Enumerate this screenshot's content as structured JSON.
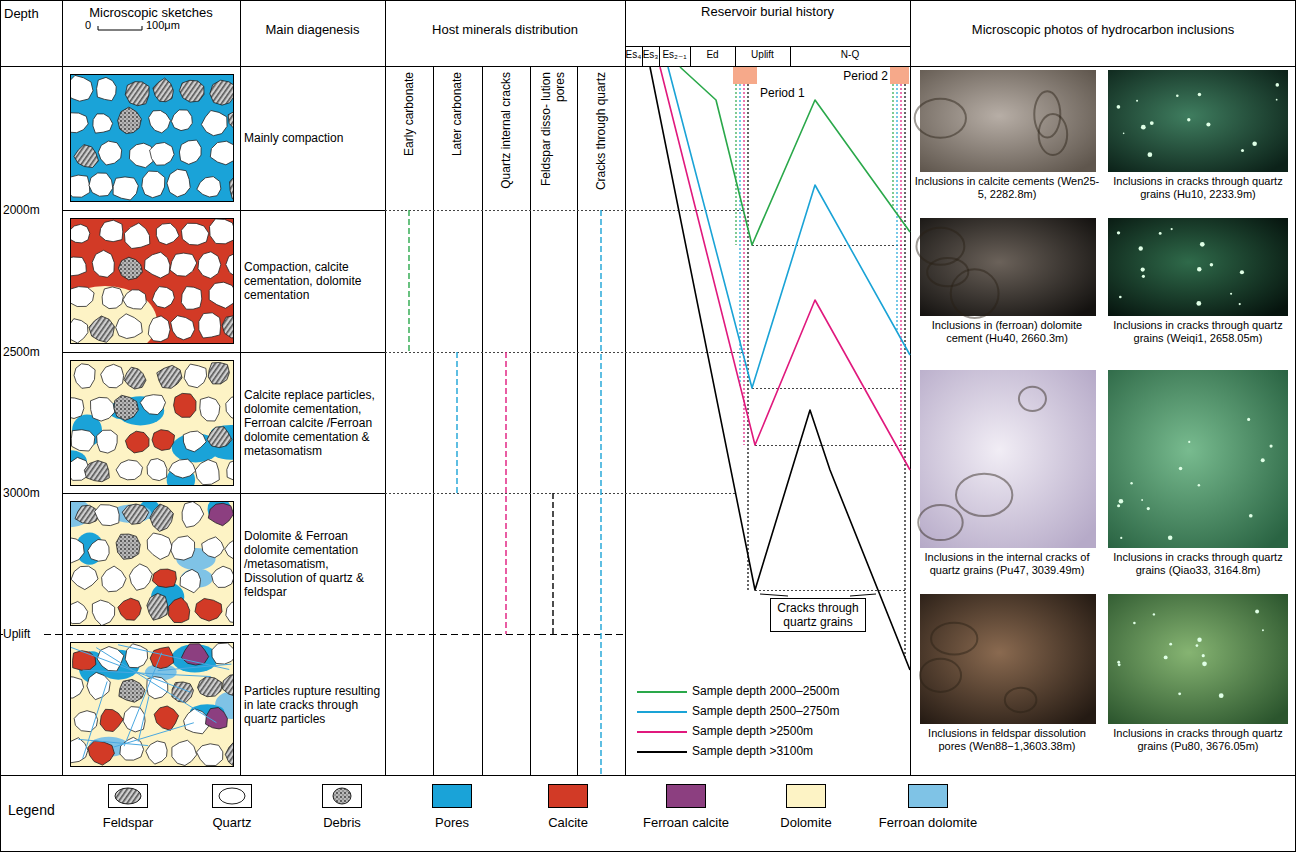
{
  "diagram": {
    "nodes": [
      {
        "text": [
          "Cracks through quartz grains"
        ]
      }
    ],
    "labels": [
      "Depth",
      "Microscopic sketches",
      "0",
      "100μm",
      "Main diagenesis",
      "Host minerals distribution",
      "Reservoir burial history",
      "Microscopic photos of hydrocarbon inclusions",
      "Es₄",
      "Es₃",
      "Es₂₋₁",
      "Ed",
      "Uplift",
      "N-Q",
      "Early carbonate",
      "Later carbonate",
      "Quartz internal cracks",
      "Feldspar disso- lution pores",
      "Cracks through quartz",
      "Period 1",
      "Period 2",
      "2000m",
      "2500m",
      "3000m",
      "Uplift",
      "Mainly compaction",
      "Compaction, calcite cementation, dolomite cementation",
      "Calcite replace particles, dolomite cementation, Ferroan calcite /Ferroan dolomite cementation & metasomatism",
      "Dolomite & Ferroan dolomite cementation /metasomatism, Dissolution of quartz & feldspar",
      "Particles rupture resulting in late cracks through quartz particles",
      "Inclusions in calcite cements (Wen25-5, 2282.8m)",
      "Inclusions in cracks through quartz grains (Hu10, 2233.9m)",
      "Inclusions in (ferroan) dolomite cement (Hu40, 2660.3m)",
      "Inclusions in cracks through quartz grains (Weiqi1, 2658.05m)",
      "Inclusions in the internal cracks of quartz grains (Pu47, 3039.49m)",
      "Inclusions in cracks through quartz grains (Qiao33, 3164.8m)",
      "Inclusions in feldspar dissolution pores (Wen88−1,3603.38m)",
      "Inclusions in cracks through quartz grains (Pu80, 3676.05m)",
      "Legend"
    ],
    "legend": [
      {
        "text": "Sample depth 2000–2500m"
      },
      {
        "text": "Sample depth 2500–2750m"
      },
      {
        "text": "Sample depth >2500m"
      },
      {
        "text": "Sample depth >3100m"
      },
      {
        "text": "Feldspar"
      },
      {
        "text": "Quartz"
      },
      {
        "text": "Debris"
      },
      {
        "text": "Pores",
        "color": "#1aa3d8"
      },
      {
        "text": "Calcite",
        "color": "#d23a26"
      },
      {
        "text": "Ferroan calcite",
        "color": "#8c3f80"
      },
      {
        "text": "Dolomite",
        "color": "#fdf3c5"
      },
      {
        "text": "Ferroan dolomite",
        "color": "#7fc3e6"
      }
    ]
  }
}
